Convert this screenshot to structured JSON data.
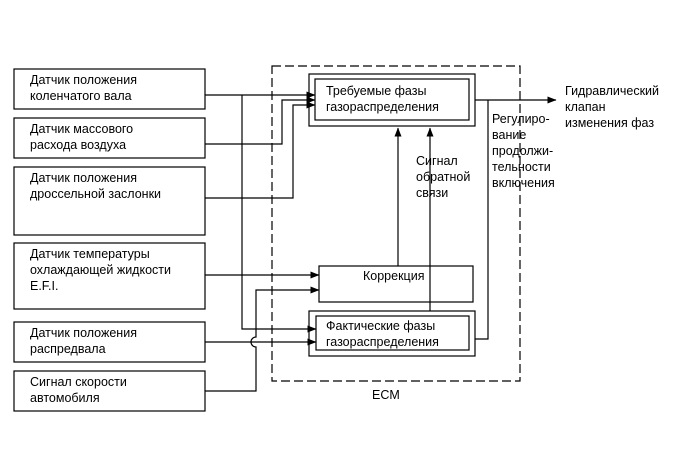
{
  "sensors": [
    {
      "lines": [
        "Датчик положения",
        "коленчатого вала"
      ]
    },
    {
      "lines": [
        "Датчик массового",
        "расхода воздуха"
      ]
    },
    {
      "lines": [
        "Датчик положения",
        "дроссельной заслонки"
      ]
    },
    {
      "lines": [
        "Датчик температуры",
        "охлаждающей жидкости",
        "E.F.I."
      ]
    },
    {
      "lines": [
        "Датчик положения",
        "распредвала"
      ]
    },
    {
      "lines": [
        "Сигнал скорости",
        "автомобиля"
      ]
    }
  ],
  "ecm": {
    "label": "ECM",
    "target_block": [
      "Требуемые фазы",
      "газораспределения"
    ],
    "correction_block": [
      "Коррекция"
    ],
    "actual_block": [
      "Фактические фазы",
      "газораспределения"
    ],
    "feedback_label": [
      "Сигнал",
      "обратной",
      "связи"
    ],
    "duty_label": [
      "Регулиро-",
      "вание",
      "продолжи-",
      "тельности",
      "включения"
    ]
  },
  "output": {
    "label": [
      "Гидравлический",
      "клапан",
      "изменения фаз"
    ]
  }
}
